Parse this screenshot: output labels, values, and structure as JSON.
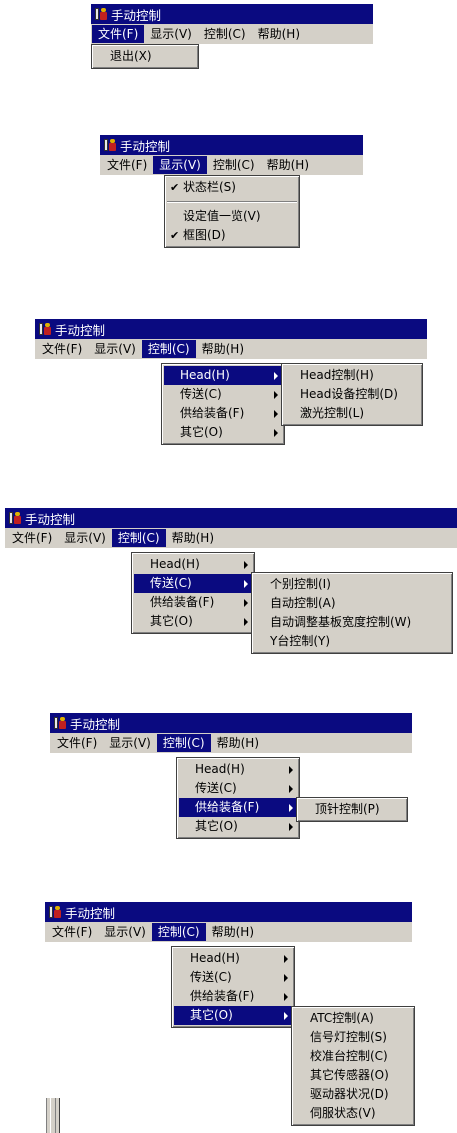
{
  "app_title": "手动控制",
  "menus": {
    "file": "文件(F)",
    "view": "显示(V)",
    "control": "控制(C)",
    "help": "帮助(H)"
  },
  "file_menu": {
    "exit": "退出(X)"
  },
  "view_menu": {
    "status_bar": "状态栏(S)",
    "settings_list": "设定值一览(V)",
    "frame_view": "框图(D)",
    "check_glyph": "✔"
  },
  "control_menu": {
    "head": "Head(H)",
    "transfer": "传送(C)",
    "feeder": "供给装备(F)",
    "other": "其它(O)"
  },
  "head_sub": {
    "head_control": "Head控制(H)",
    "head_device_control": "Head设备控制(D)",
    "laser_control": "激光控制(L)"
  },
  "transfer_sub": {
    "individual": "个别控制(I)",
    "auto": "自动控制(A)",
    "auto_width": "自动调整基板宽度控制(W)",
    "y_table": "Y台控制(Y)"
  },
  "feeder_sub": {
    "ejector_pin": "顶针控制(P)"
  },
  "other_sub": {
    "atc": "ATC控制(A)",
    "signal_light": "信号灯控制(S)",
    "calibration": "校准台控制(C)",
    "other_sensor": "其它传感器(O)",
    "driver_status": "驱动器状况(D)",
    "servo_status": "伺服状态(V)"
  },
  "colors": {
    "title_bg": "#0a0a80",
    "menu_bg": "#d4d0c8",
    "highlight": "#0a0a80"
  }
}
